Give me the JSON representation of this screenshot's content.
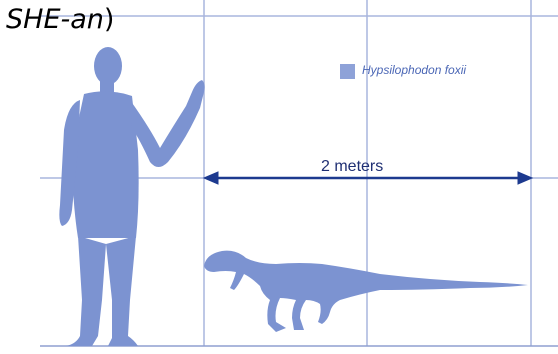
{
  "overlay_text": {
    "italic_part": "SHE-an",
    "suffix": ")"
  },
  "legend": {
    "label": "Hypsilophodon foxii",
    "swatch_color": "#8ea2d8"
  },
  "scale": {
    "label": "2 meters",
    "arrow_color": "#1d3a8f"
  },
  "colors": {
    "silhouette": "#7c93d1",
    "grid": "#a9b6dd",
    "baseline": "#8f9fd0"
  }
}
